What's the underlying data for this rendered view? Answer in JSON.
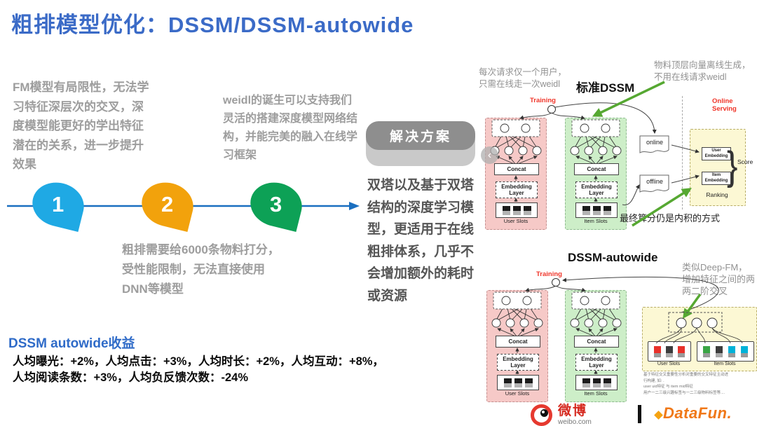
{
  "header": {
    "title": "粗排模型优化：DSSM/DSSM-autowide"
  },
  "timeline": {
    "badge1": "1",
    "badge2": "2",
    "badge3": "3",
    "note_fm": "FM模型有局限性，无法学习特征深层次的交叉，深度模型能更好的学出特征潜在的关系，进一步提升效果",
    "note_weidl": "weidl的诞生可以支持我们灵活的搭建深度模型网络结构，并能完美的融入在线学习框架",
    "note_coarse": "粗排需要给6000条物料打分，受性能限制，无法直接使用DNN等模型"
  },
  "solution": {
    "banner": "解决方案",
    "body": "双塔以及基于双塔结构的深度学习模型，更适用于在线粗排体系，几乎不会增加额外的耗时或资源"
  },
  "benefits": {
    "heading": "DSSM autowide收益",
    "line1": "人均曝光：+2%，人均点击：+3%，人均时长：+2%，人均互动：+8%，",
    "line2": "人均阅读条数：+3%，人均负反馈次数：-24%"
  },
  "tower": {
    "concat": "Concat",
    "embedding": "Embedding\nLayer",
    "user_slots": "User Slots",
    "item_slots": "Item Slots"
  },
  "standard": {
    "title": "标准DSSM",
    "note_user": "每次请求仅一个用户，\n只需在线走一次weidl",
    "note_item": "物料顶层向量离线生成，\n不用在线请求weidl",
    "training": "Training",
    "online_serving": "Online Serving",
    "doc_online": "online",
    "doc_offline": "offline",
    "user_embedding": "User\nEmbedding",
    "item_embedding": "Item\nEmbedding",
    "brace": "}",
    "score": "Score",
    "ranking": "Ranking",
    "score_note": "最终算分仍是内积的方式"
  },
  "autowide": {
    "title": "DSSM-autowide",
    "note": "类似Deep-FM，\n增加特征之间的两\n两二阶交叉",
    "training": "Training",
    "user_slots": "User Slots",
    "item_slots": "Item Slots",
    "cross_note": "基于特征交叉重要性分析对重要的交叉特征主动进\n行构建, 如: .\nuser uid特征 与 item mid特征\n用户一二三级兴趣标签与一二三级物料标签等...."
  },
  "nav": {
    "prev": "‹"
  },
  "footer": {
    "weibo_text": "微博",
    "weibo_domain": "weibo.com",
    "datafun": "DataFun."
  },
  "colors": {
    "title_blue": "#3b6bc7",
    "badge_blue": "#1fa9e4",
    "badge_orange": "#f2a20c",
    "badge_green": "#0da156",
    "arrow_blue": "#1a6fc0",
    "training_red": "#f03428",
    "tower_pink": "#f6c9c7",
    "tower_green": "#cdeec8",
    "panel_yellow": "#fcf8d4",
    "green_arrow": "#56a832",
    "slot_red": "#e8312a",
    "slot_green": "#3aa545",
    "slot_cyan": "#00b2d8"
  }
}
